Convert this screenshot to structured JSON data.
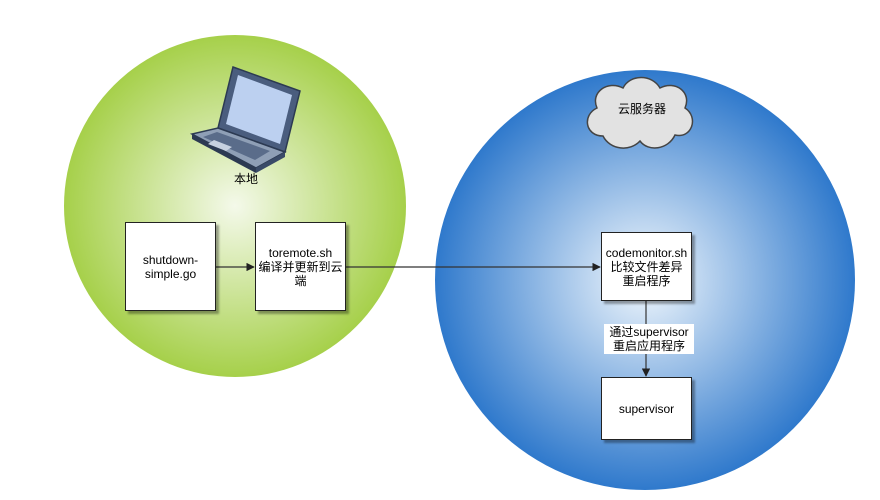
{
  "colors": {
    "local_circle_center": "#f4f9ea",
    "local_circle_edge": "#a6d04a",
    "cloud_circle_center": "#f2f8fd",
    "cloud_circle_edge": "#2f79cc",
    "box_border": "#222222",
    "edge": "#333333"
  },
  "icons": {
    "laptop": "laptop-icon",
    "cloud": "cloud-shape"
  },
  "diagram": {
    "local": {
      "label": "本地",
      "box_source": "shutdown-\nsimple.go",
      "box_script": "toremote.sh\n编译并更新到云\n端"
    },
    "cloud": {
      "label": "云服务器",
      "box_monitor": "codemonitor.sh\n比较文件差异\n重启程序",
      "box_supervisor": "supervisor"
    },
    "edges": {
      "restart_label": "通过supervisor\n重启应用程序"
    }
  }
}
